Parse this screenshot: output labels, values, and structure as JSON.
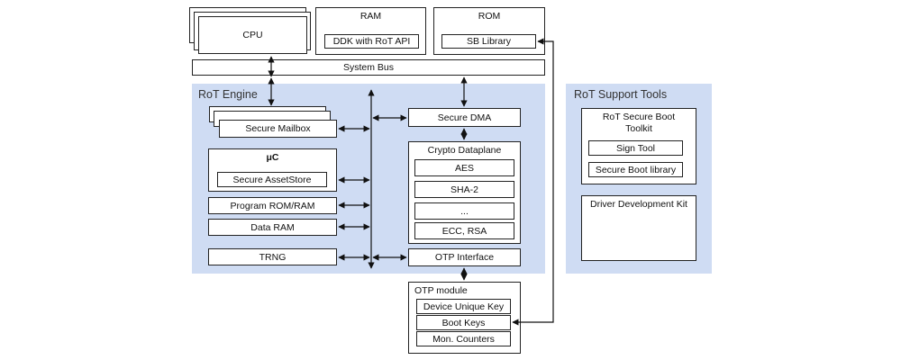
{
  "diagram": {
    "cpu": "CPU",
    "ram": {
      "title": "RAM",
      "inner": "DDK with RoT API"
    },
    "rom": {
      "title": "ROM",
      "inner": "SB Library"
    },
    "system_bus": "System Bus",
    "rot_engine": {
      "title": "RoT Engine",
      "secure_mailbox": "Secure Mailbox",
      "uc": {
        "title": "μC",
        "inner": "Secure AssetStore"
      },
      "program_rom_ram": "Program ROM/RAM",
      "data_ram": "Data RAM",
      "trng": "TRNG",
      "secure_dma": "Secure DMA",
      "crypto": {
        "title": "Crypto Dataplane",
        "aes": "AES",
        "sha2": "SHA-2",
        "ellipsis": "...",
        "ecc_rsa": "ECC, RSA"
      },
      "otp_interface": "OTP Interface"
    },
    "otp_module": {
      "title": "OTP module",
      "device_key": "Device Unique Key",
      "boot_keys": "Boot Keys",
      "mon_counters": "Mon. Counters"
    },
    "support_tools": {
      "title": "RoT Support Tools",
      "toolkit": "RoT Secure Boot Toolkit",
      "sign_tool": "Sign Tool",
      "secure_boot_library": "Secure Boot library",
      "ddk": "Driver Development Kit"
    }
  }
}
